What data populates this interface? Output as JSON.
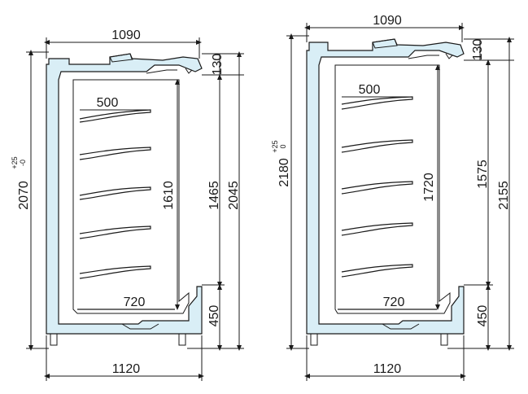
{
  "left_unit": {
    "top_width": "1090",
    "base_width": "1120",
    "canopy_height": "130",
    "opening_height": "1465",
    "inner_height": "1610",
    "overall_height": "2045",
    "base_height": "450",
    "shelf_depth": "500",
    "bottom_depth": "720",
    "total_height": "2070",
    "tol_plus": "+25",
    "tol_minus": "-0"
  },
  "right_unit": {
    "top_width": "1090",
    "base_width": "1120",
    "canopy_height": "130",
    "opening_height": "1575",
    "inner_height": "1720",
    "overall_height": "2155",
    "base_height": "450",
    "shelf_depth": "500",
    "bottom_depth": "720",
    "total_height": "2180",
    "tol_plus": "+25",
    "tol_minus": "0"
  },
  "colors": {
    "insulation": "#d9eef6",
    "line": "#1a1a1a"
  }
}
